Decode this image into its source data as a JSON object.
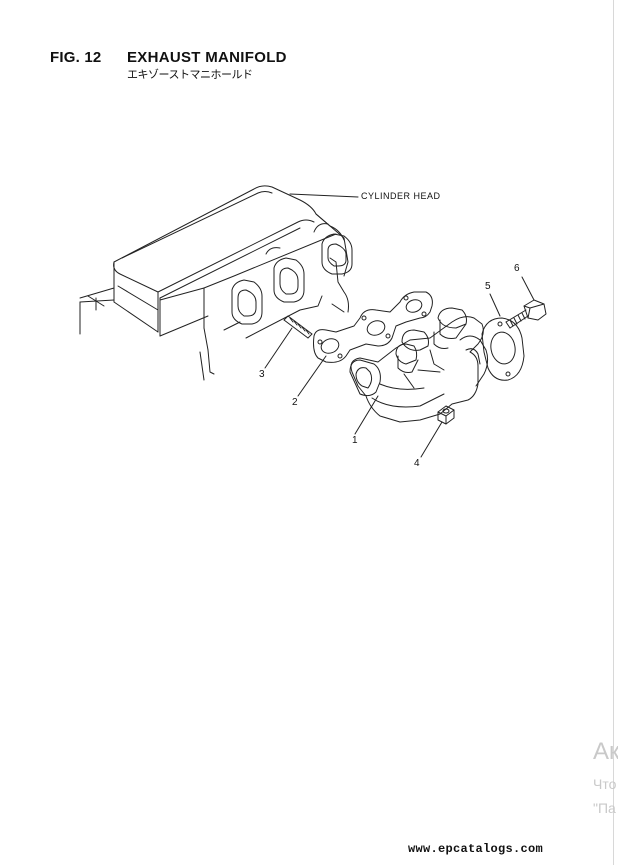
{
  "header": {
    "fig_number": "FIG. 12",
    "title": "EXHAUST MANIFOLD",
    "subtitle": "エキゾーストマニホールド"
  },
  "diagram": {
    "label_cylinder_head": "CYLINDER HEAD",
    "callouts": [
      "1",
      "2",
      "3",
      "4",
      "5",
      "6"
    ]
  },
  "overlay": {
    "line1": "Ак",
    "line2": "Что",
    "line3": "\"Па"
  },
  "footer": {
    "url": "www.epcatalogs.com"
  }
}
